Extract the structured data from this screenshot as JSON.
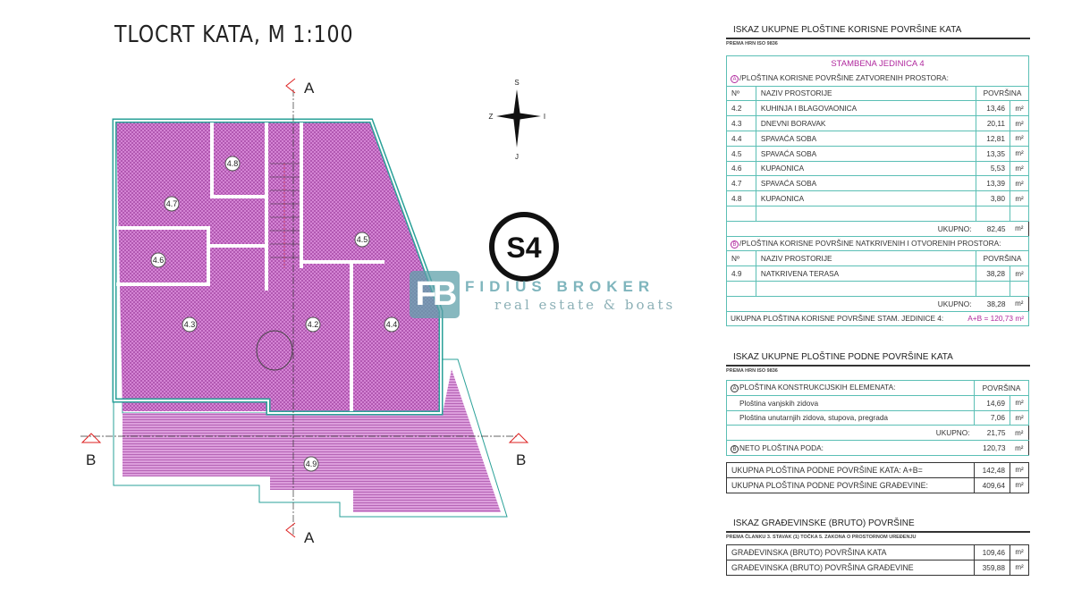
{
  "plan": {
    "title": "TLOCRT KATA, M 1:100",
    "section_a": "A",
    "section_b": "B",
    "compass": {
      "n": "S",
      "s": "J",
      "w": "Z",
      "e": "I"
    },
    "unit_badge": "S4",
    "rooms": [
      "4.2",
      "4.3",
      "4.4",
      "4.5",
      "4.6",
      "4.7",
      "4.8",
      "4.9"
    ],
    "colors": {
      "fill": "#c86fc8",
      "wall": "#2aa198",
      "line": "#333333"
    }
  },
  "watermark": {
    "mark": "FB",
    "name": "FIDIUS BROKER",
    "tagline": "real estate & boats"
  },
  "t1": {
    "title": "ISKAZ UKUPNE PLOŠTINE KORISNE POVRŠINE KATA",
    "sub": "PREMA HRN ISO 9836",
    "unit_title": "STAMBENA JEDINICA 4",
    "a_mark": "A",
    "a_label": "/PLOŠTINA KORISNE POVRŠINE ZATVORENIH PROSTORA:",
    "h_no": "Nº",
    "h_name": "NAZIV PROSTORIJE",
    "h_area": "POVRŠINA",
    "unit": "m²",
    "rows": [
      {
        "no": "4.2",
        "name": "KUHINJA I BLAGOVAONICA",
        "area": "13,46"
      },
      {
        "no": "4.3",
        "name": "DNEVNI BORAVAK",
        "area": "20,11"
      },
      {
        "no": "4.4",
        "name": "SPAVAĆA SOBA",
        "area": "12,81"
      },
      {
        "no": "4.5",
        "name": "SPAVAĆA SOBA",
        "area": "13,35"
      },
      {
        "no": "4.6",
        "name": "KUPAONICA",
        "area": "5,53"
      },
      {
        "no": "4.7",
        "name": "SPAVAĆA SOBA",
        "area": "13,39"
      },
      {
        "no": "4.8",
        "name": "KUPAONICA",
        "area": "3,80"
      }
    ],
    "total_label": "UKUPNO:",
    "total_a": "82,45",
    "b_mark": "B",
    "b_label": "/PLOŠTINA KORISNE POVRŠINE NATKRIVENIH I OTVORENIH PROSTORA:",
    "b_rows": [
      {
        "no": "4.9",
        "name": "NATKRIVENA TERASA",
        "area": "38,28"
      }
    ],
    "total_b": "38,28",
    "grand_label": "UKUPNA PLOŠTINA KORISNE POVRŠINE STAM. JEDINICE 4:",
    "grand_value": "A+B = 120,73 m²"
  },
  "t2": {
    "title": "ISKAZ UKUPNE PLOŠTINE PODNE POVRŠINE KATA",
    "sub": "PREMA HRN ISO 9836",
    "a_mark": "A",
    "a_label": "PLOŠTINA KONSTRUKCIJSKIH ELEMENATA:",
    "h_area": "POVRŠINA",
    "rows": [
      {
        "name": "Ploština vanjskih zidova",
        "area": "14,69"
      },
      {
        "name": "Ploština unutarnjih zidova, stupova, pregrada",
        "area": "7,06"
      }
    ],
    "total_label": "UKUPNO:",
    "total": "21,75",
    "b_mark": "B",
    "b_label": "NETO PLOŠTINA PODA:",
    "b_value": "120,73",
    "sum_rows": [
      {
        "name": "UKUPNA PLOŠTINA PODNE POVRŠINE KATA: A+B=",
        "area": "142,48"
      },
      {
        "name": "UKUPNA PLOŠTINA PODNE POVRŠINE GRAĐEVINE:",
        "area": "409,64"
      }
    ],
    "unit": "m²"
  },
  "t3": {
    "title": "ISKAZ GRAĐEVINSKE (BRUTO) POVRŠINE",
    "sub": "PREMA ČLANKU 3. STAVAK (1) TOČKA 5. ZAKONA O PROSTORNOM UREĐENJU",
    "rows": [
      {
        "name": "GRAĐEVINSKA (BRUTO) POVRŠINA KATA",
        "area": "109,46"
      },
      {
        "name": "GRAĐEVINSKA (BRUTO) POVRŠINA GRAĐEVINE",
        "area": "359,88"
      }
    ],
    "unit": "m²"
  }
}
